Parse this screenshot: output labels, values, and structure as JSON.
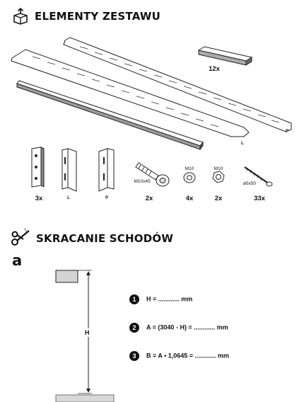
{
  "section1": {
    "title": "ELEMENTY ZESTAWU",
    "labels": {
      "treads_count": "12x",
      "stringer_left_mark": "L",
      "stringer_right_mark": "P",
      "bracket_count": "3x",
      "bracket_left_mark": "L",
      "bracket_right_mark": "P",
      "bolt_size": "M10x45",
      "bolt_count": "2x",
      "washer_size": "M10",
      "washer_count": "4x",
      "nut_size": "M10",
      "nut_count": "2x",
      "screw_size": "ø5x50",
      "screw_count": "33x"
    }
  },
  "section2": {
    "title": "SKRACANIE SCHODÓW",
    "letter": "a",
    "height_label": "H",
    "steps": [
      {
        "n": "1",
        "text": "H =  ............ mm"
      },
      {
        "n": "2",
        "text": "A = (3040 - H) = ............ mm"
      },
      {
        "n": "3",
        "text": "B = A • 1,0645 = ............ mm"
      }
    ]
  }
}
